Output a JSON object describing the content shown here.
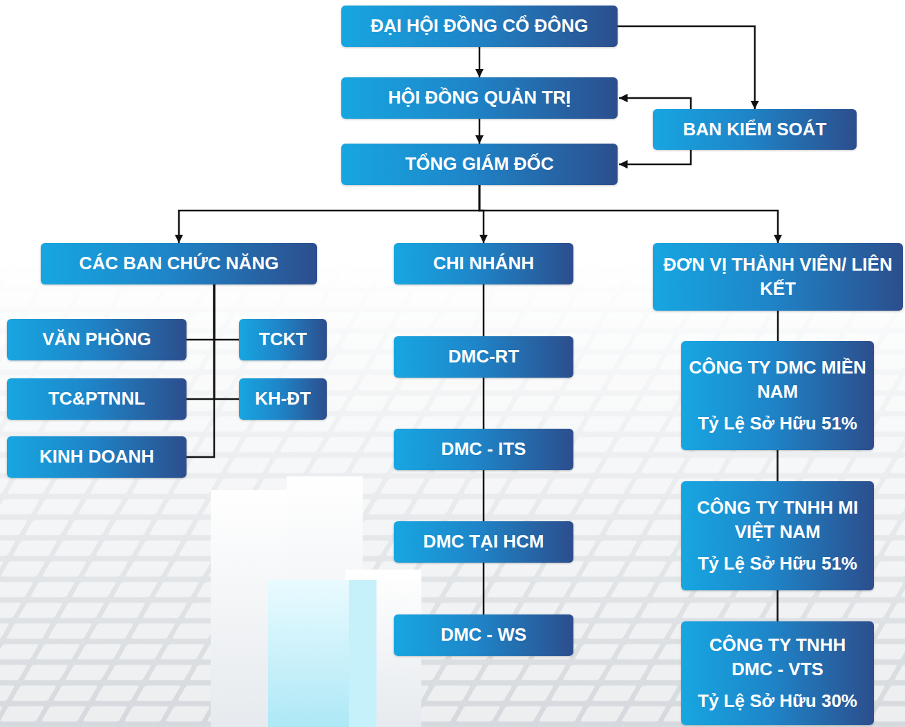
{
  "diagram": {
    "nodes": [
      {
        "text": [
          "ĐẠI HỘI ĐỒNG CỔ ĐÔNG"
        ]
      },
      {
        "text": [
          "HỘI ĐỒNG QUẢN TRỊ"
        ]
      },
      {
        "text": [
          "BAN KIỂM SOÁT"
        ]
      },
      {
        "text": [
          "TỔNG GIÁM ĐỐC"
        ]
      },
      {
        "text": [
          "CÁC BAN CHỨC NĂNG"
        ]
      },
      {
        "text": [
          "CHI NHÁNH"
        ]
      },
      {
        "text": [
          "ĐƠN VỊ THÀNH VIÊN/ LIÊN KẾT"
        ]
      },
      {
        "text": [
          "VĂN PHÒNG"
        ]
      },
      {
        "text": [
          "TCKT"
        ]
      },
      {
        "text": [
          "TC&PTNNL"
        ]
      },
      {
        "text": [
          "KH-ĐT"
        ]
      },
      {
        "text": [
          "KINH DOANH"
        ]
      },
      {
        "text": [
          "DMC-RT"
        ]
      },
      {
        "text": [
          "DMC - ITS"
        ]
      },
      {
        "text": [
          "DMC TẠI HCM"
        ]
      },
      {
        "text": [
          "DMC - WS"
        ]
      },
      {
        "text": [
          "CÔNG TY DMC MIỀN NAM",
          "Tỷ Lệ Sở Hữu 51%"
        ]
      },
      {
        "text": [
          "CÔNG TY TNHH MI VIỆT NAM",
          "Tỷ Lệ Sở Hữu 51%"
        ]
      },
      {
        "text": [
          "CÔNG TY TNHH DMC - VTS",
          "Tỷ Lệ Sở Hữu 30%"
        ]
      }
    ],
    "edges": [
      {
        "from": 0,
        "to": 1,
        "arrow": "to"
      },
      {
        "from": 0,
        "to": 2,
        "arrow": "to"
      },
      {
        "from": 2,
        "to": 1,
        "arrow": "to"
      },
      {
        "from": 2,
        "to": 3,
        "arrow": "to"
      },
      {
        "from": 1,
        "to": 3,
        "arrow": "to"
      },
      {
        "from": 3,
        "to": 4,
        "arrow": "to"
      },
      {
        "from": 3,
        "to": 5,
        "arrow": "to"
      },
      {
        "from": 3,
        "to": 6,
        "arrow": "to"
      },
      {
        "from": 4,
        "to": 7,
        "arrow": "none"
      },
      {
        "from": 4,
        "to": 8,
        "arrow": "none"
      },
      {
        "from": 4,
        "to": 9,
        "arrow": "none"
      },
      {
        "from": 4,
        "to": 10,
        "arrow": "none"
      },
      {
        "from": 4,
        "to": 11,
        "arrow": "none"
      },
      {
        "from": 5,
        "to": 12,
        "arrow": "none"
      },
      {
        "from": 12,
        "to": 13,
        "arrow": "none"
      },
      {
        "from": 13,
        "to": 14,
        "arrow": "none"
      },
      {
        "from": 14,
        "to": 15,
        "arrow": "none"
      },
      {
        "from": 6,
        "to": 16,
        "arrow": "none"
      },
      {
        "from": 16,
        "to": 17,
        "arrow": "none"
      },
      {
        "from": 17,
        "to": 18,
        "arrow": "none"
      }
    ]
  }
}
